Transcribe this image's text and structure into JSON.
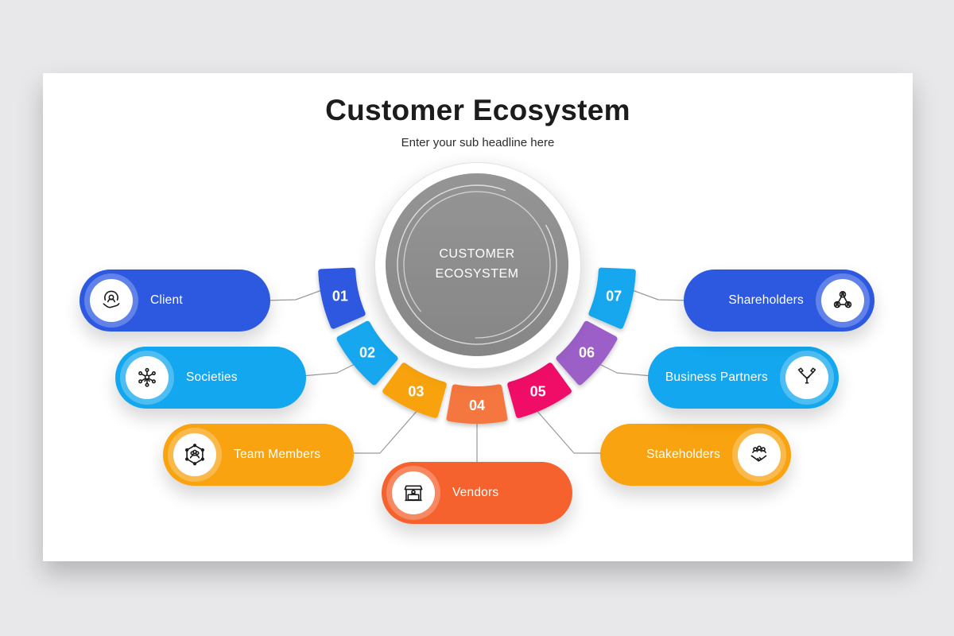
{
  "header": {
    "title": "Customer Ecosystem",
    "subtitle": "Enter your sub headline here"
  },
  "hub": {
    "line1": "CUSTOMER",
    "line2": "ECOSYSTEM",
    "color": "#8c8c8c"
  },
  "items": [
    {
      "number": "01",
      "label": "Client",
      "segment_color": "#2d59e0",
      "pill_color": "#2d59e0",
      "icon": "client-care-icon",
      "side": "left"
    },
    {
      "number": "02",
      "label": "Societies",
      "segment_color": "#12a7ee",
      "pill_color": "#12a7ee",
      "icon": "society-network-icon",
      "side": "left"
    },
    {
      "number": "03",
      "label": "Team Members",
      "segment_color": "#f8a30f",
      "pill_color": "#f8a30f",
      "icon": "team-hexagon-icon",
      "side": "left"
    },
    {
      "number": "04",
      "label": "Vendors",
      "segment_color": "#f5773f",
      "pill_color": "#f5622e",
      "icon": "vendor-stall-icon",
      "side": "bottom"
    },
    {
      "number": "05",
      "label": "Stakeholders",
      "segment_color": "#f00a68",
      "pill_color": "#f8a30f",
      "icon": "stakeholders-handshake-icon",
      "side": "right"
    },
    {
      "number": "06",
      "label": "Business Partners",
      "segment_color": "#9b5ec7",
      "pill_color": "#12a7ee",
      "icon": "partners-handshake-icon",
      "side": "right"
    },
    {
      "number": "07",
      "label": "Shareholders",
      "segment_color": "#12a7ee",
      "pill_color": "#2d59e0",
      "icon": "shareholders-network-icon",
      "side": "right"
    }
  ],
  "style": {
    "page_background": "#e8e8ea",
    "slide_background": "#ffffff",
    "connector_color": "#9a9a9a",
    "text_color": "#1c1c1c"
  }
}
